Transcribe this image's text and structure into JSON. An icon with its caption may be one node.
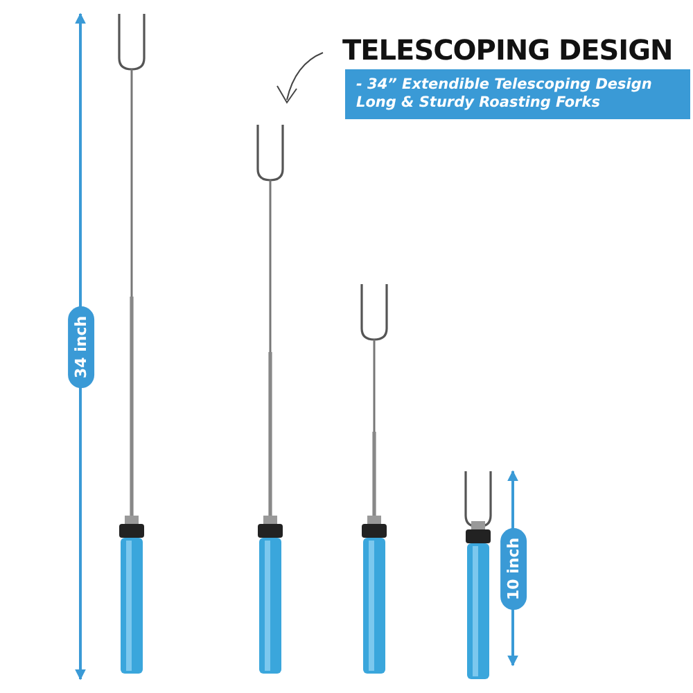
{
  "diagram": {
    "title": "TELESCOPING DESIGN",
    "labels": [
      "- 34” Extendible Telescoping Design Long & Sturdy Roasting Forks",
      "34 inch",
      "10 inch"
    ]
  }
}
